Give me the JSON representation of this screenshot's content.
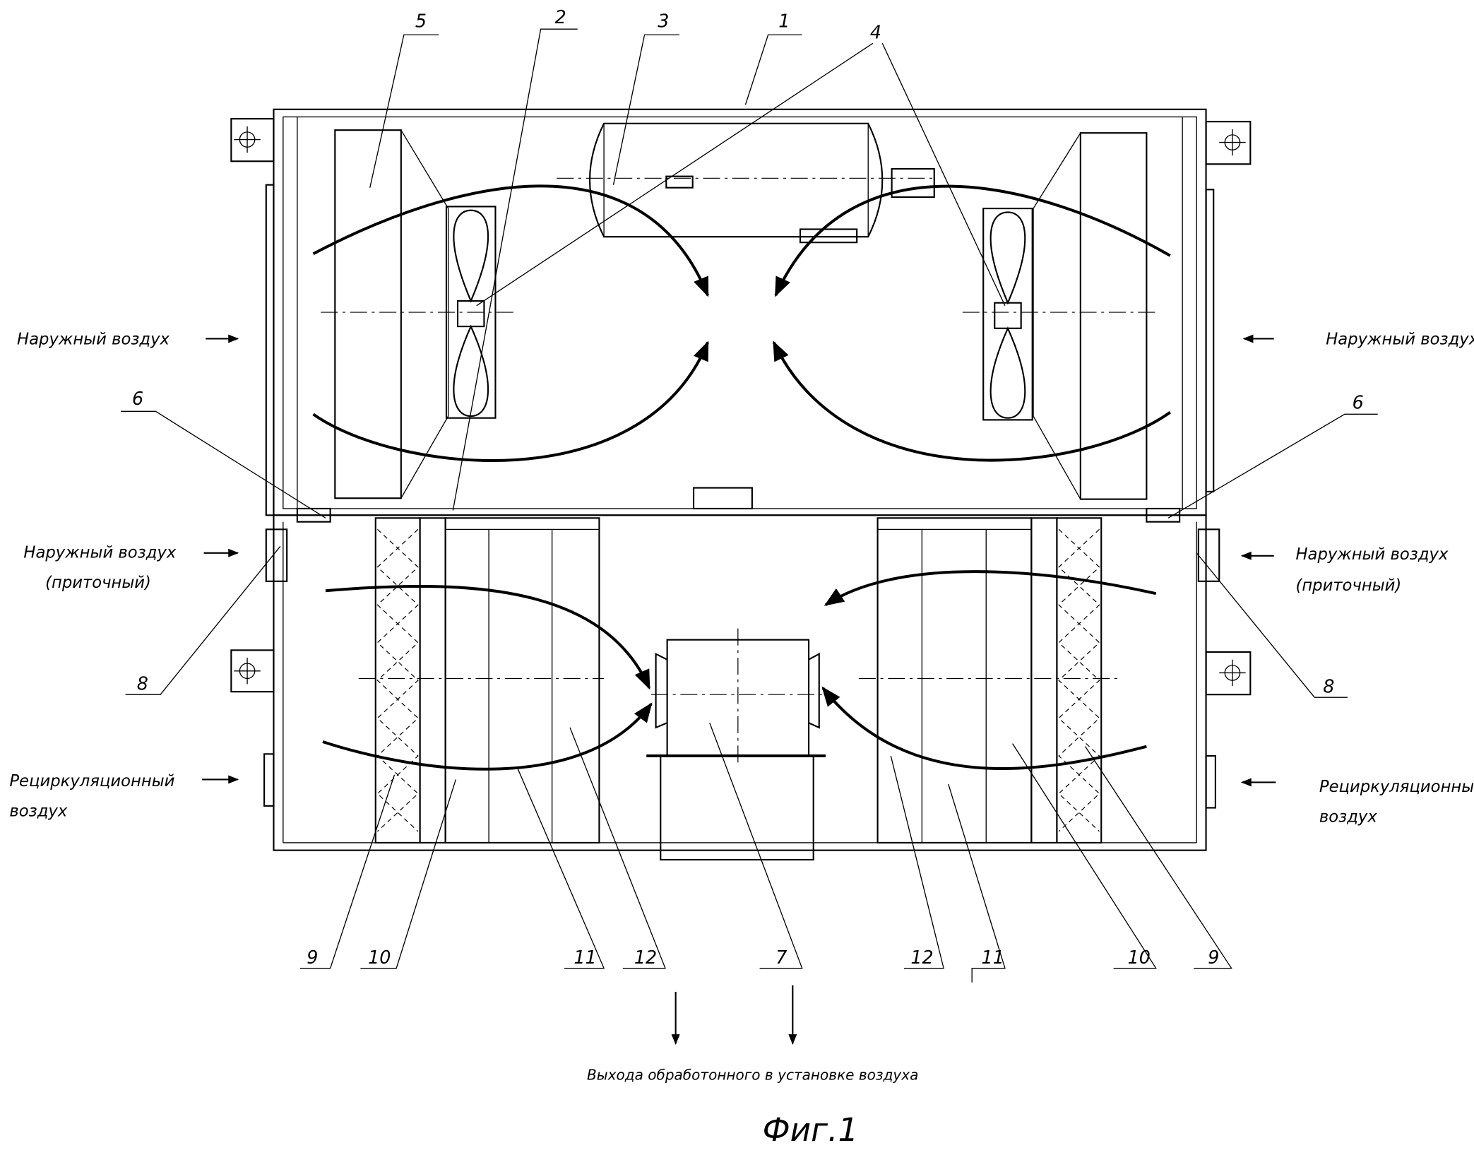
{
  "figure": {
    "caption": "Фиг.1",
    "labels": {
      "outdoor_air_left": "Наружный воздух",
      "outdoor_air_right": "Наружный воздух",
      "supply_air_left_1": "Наружный воздух",
      "supply_air_left_2": "(приточный)",
      "supply_air_right_1": "Наружный воздух",
      "supply_air_right_2": "(приточный)",
      "recirc_left_1": "Рециркуляционный",
      "recirc_left_2": "воздух",
      "recirc_right_1": "Рециркуляционный",
      "recirc_right_2": "воздух",
      "outlet": "Выхода обработонного в установке воздуха"
    },
    "callouts_top": [
      "5",
      "2",
      "3",
      "1",
      "4"
    ],
    "callouts_side": {
      "left_6": "6",
      "right_6": "6",
      "left_8": "8",
      "right_8": "8"
    },
    "callouts_bottom": [
      "9",
      "10",
      "11",
      "12",
      "7",
      "12",
      "11",
      "10",
      "9"
    ]
  }
}
